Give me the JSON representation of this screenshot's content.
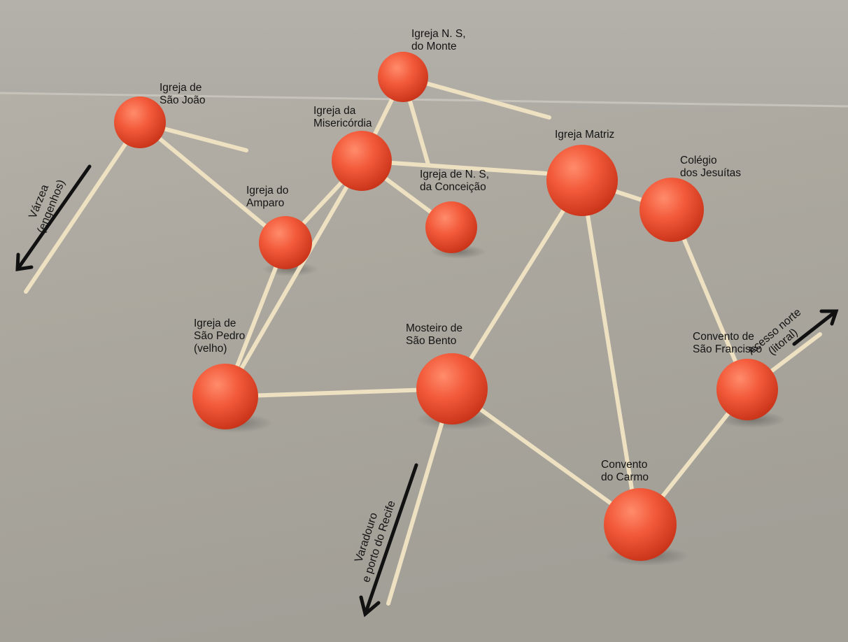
{
  "colors": {
    "background_upper": "#b2aea6",
    "background_lower": "#a5a29a",
    "ball": "#f05a3c",
    "ball_highlight": "#ff8a6a",
    "ball_shadow": "#c8331c",
    "stick": "#ede1c2",
    "arrow": "#111111",
    "text": "#141414"
  },
  "nodes": [
    {
      "id": "monte",
      "lines": [
        "Igreja N. S,",
        "do Monte"
      ]
    },
    {
      "id": "sao-joao",
      "lines": [
        "Igreja de",
        "São João"
      ]
    },
    {
      "id": "misericordia",
      "lines": [
        "Igreja da",
        "Misericórdia"
      ]
    },
    {
      "id": "amparo",
      "lines": [
        "Igreja do",
        "Amparo"
      ]
    },
    {
      "id": "conceicao",
      "lines": [
        "Igreja de N. S,",
        "da Conceição"
      ]
    },
    {
      "id": "matriz",
      "lines": [
        "Igreja Matriz"
      ]
    },
    {
      "id": "jesuitas",
      "lines": [
        "Colégio",
        "dos Jesuítas"
      ]
    },
    {
      "id": "sao-pedro",
      "lines": [
        "Igreja de",
        "São Pedro",
        "(velho)"
      ]
    },
    {
      "id": "sao-bento",
      "lines": [
        "Mosteiro de",
        "São Bento"
      ]
    },
    {
      "id": "sao-francisco",
      "lines": [
        "Convento de",
        "São Francisco"
      ]
    },
    {
      "id": "carmo",
      "lines": [
        "Convento",
        "do Carmo"
      ]
    }
  ],
  "directions": [
    {
      "id": "varzea",
      "lines": [
        "Várzea",
        "(engenhos)"
      ]
    },
    {
      "id": "varadouro",
      "lines": [
        "Varadouro",
        "e porto do Recife"
      ]
    },
    {
      "id": "norte",
      "lines": [
        "Acesso norte",
        "(litoral)"
      ]
    }
  ]
}
